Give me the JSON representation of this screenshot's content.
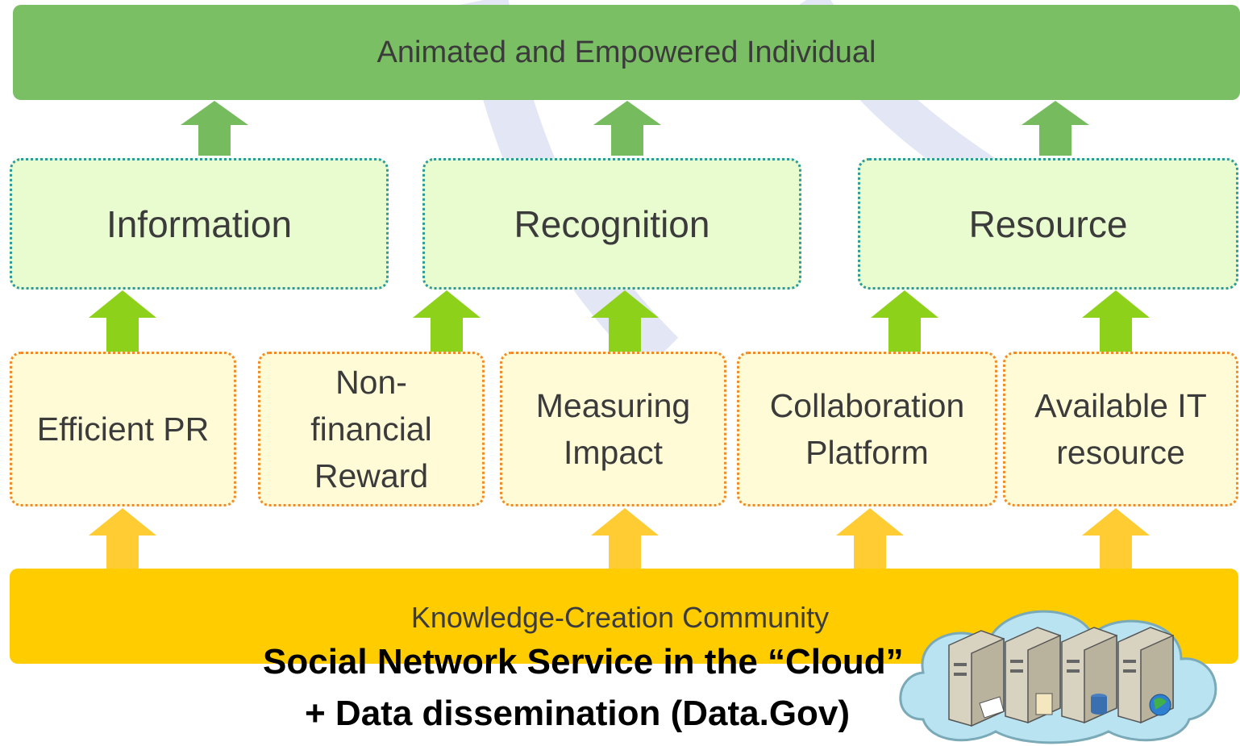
{
  "top": {
    "title": "Animated and Empowered Individual"
  },
  "goals": [
    {
      "label": "Information"
    },
    {
      "label": "Recognition"
    },
    {
      "label": "Resource"
    }
  ],
  "enablers": [
    {
      "line1": "Efficient PR",
      "line2": "",
      "line3": ""
    },
    {
      "line1": "Non-",
      "line2": "financial",
      "line3": "Reward"
    },
    {
      "line1": "Measuring",
      "line2": "Impact",
      "line3": ""
    },
    {
      "line1": "Collaboration",
      "line2": "Platform",
      "line3": ""
    },
    {
      "line1": "Available IT",
      "line2": "resource",
      "line3": ""
    }
  ],
  "base": {
    "label": "Knowledge-Creation Community",
    "line1": "Social Network Service in the “Cloud”",
    "line2": "+  Data dissemination (Data.Gov)"
  },
  "colors": {
    "top_bar": "#7bbf65",
    "goal_fill": "#e9fccf",
    "goal_border": "#2e9a9a",
    "enabler_fill": "#fffbd6",
    "enabler_border": "#f08a2a",
    "base_bar": "#ffcc00",
    "arrow_top": "#77bb5f",
    "arrow_mid": "#8ed11a",
    "arrow_low": "#ffcc33",
    "cloud": "#b9e3f0"
  },
  "icons": [
    "server-mail-icon",
    "server-document-icon",
    "server-database-icon",
    "server-globe-icon"
  ]
}
